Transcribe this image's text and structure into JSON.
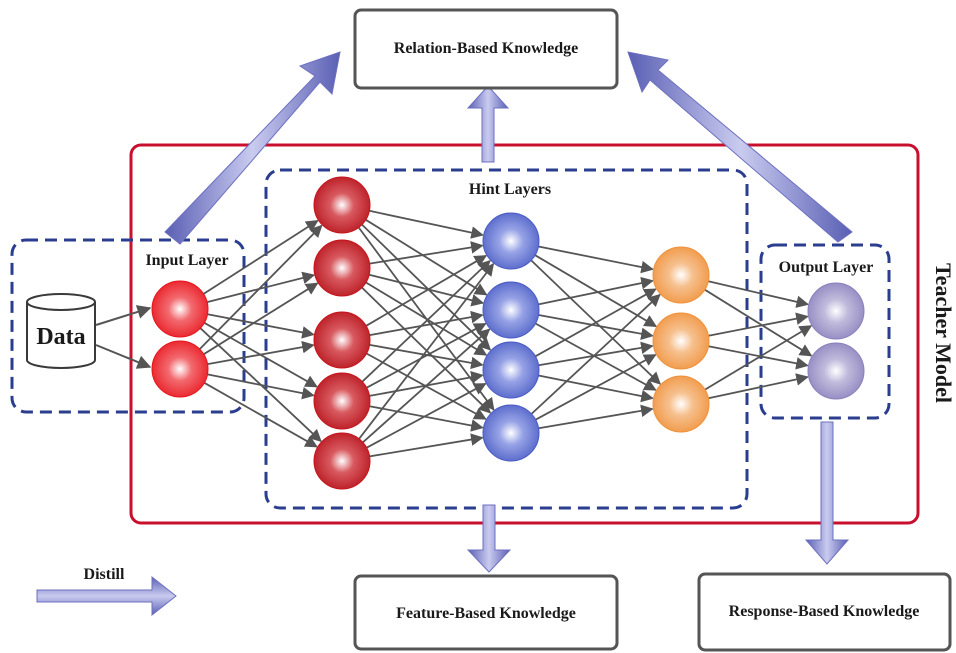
{
  "boxes": {
    "relation": "Relation-Based Knowledge",
    "feature": "Feature-Based Knowledge",
    "response": "Response-Based Knowledge"
  },
  "labels": {
    "hint_layers": "Hint Layers",
    "input_layer": "Input Layer",
    "output_layer": "Output Layer",
    "teacher_model": "Teacher Model",
    "data": "Data",
    "distill": "Distill"
  },
  "network": {
    "layers": [
      {
        "name": "input-layer",
        "nodes": 2,
        "color": "#e8141c"
      },
      {
        "name": "hint-layer-1",
        "nodes": 5,
        "color": "#c8141c"
      },
      {
        "name": "hint-layer-2",
        "nodes": 4,
        "color": "#4a5cc4"
      },
      {
        "name": "hint-layer-3",
        "nodes": 3,
        "color": "#f0913a"
      },
      {
        "name": "output-layer",
        "nodes": 2,
        "color": "#8a80bc"
      }
    ]
  },
  "colors": {
    "teacher_border": "#c8102e",
    "dashed_border": "#2b3d8f",
    "arrow": "#7b7fc8",
    "connection": "#555555"
  }
}
